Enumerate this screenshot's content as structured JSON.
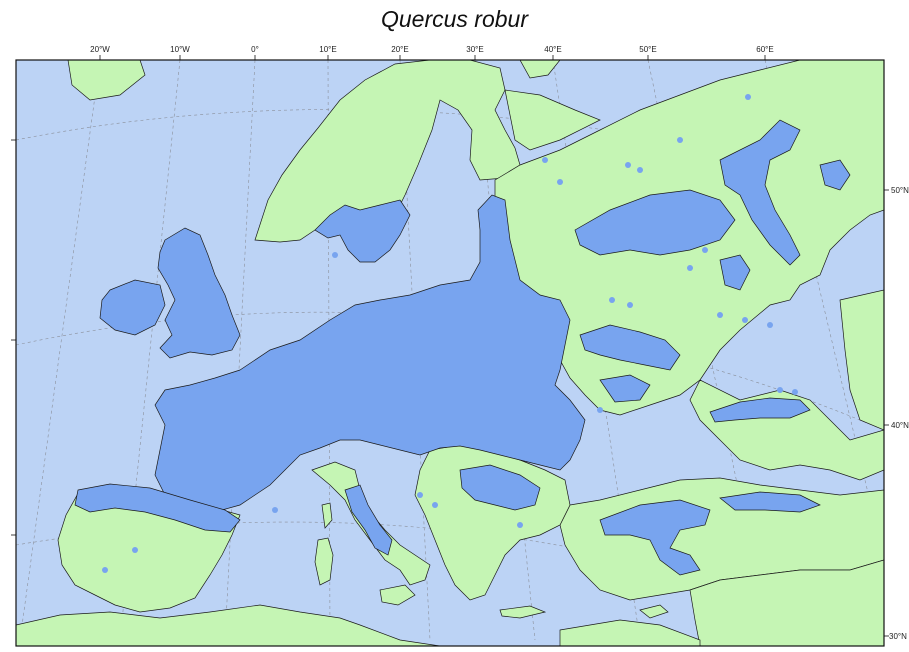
{
  "title": "Quercus robur",
  "colors": {
    "sea": "#bcd3f5",
    "land": "#c5f5b4",
    "distribution": "#78a4ef",
    "border": "#1a1a1a",
    "graticule": "#8a8f9a"
  },
  "longitude_labels": [
    "20°W",
    "10°W",
    "0°",
    "10°E",
    "20°E",
    "30°E",
    "40°E",
    "50°E",
    "60°E"
  ],
  "latitude_labels": [
    "50°N",
    "40°N",
    "30°N"
  ],
  "legend": []
}
